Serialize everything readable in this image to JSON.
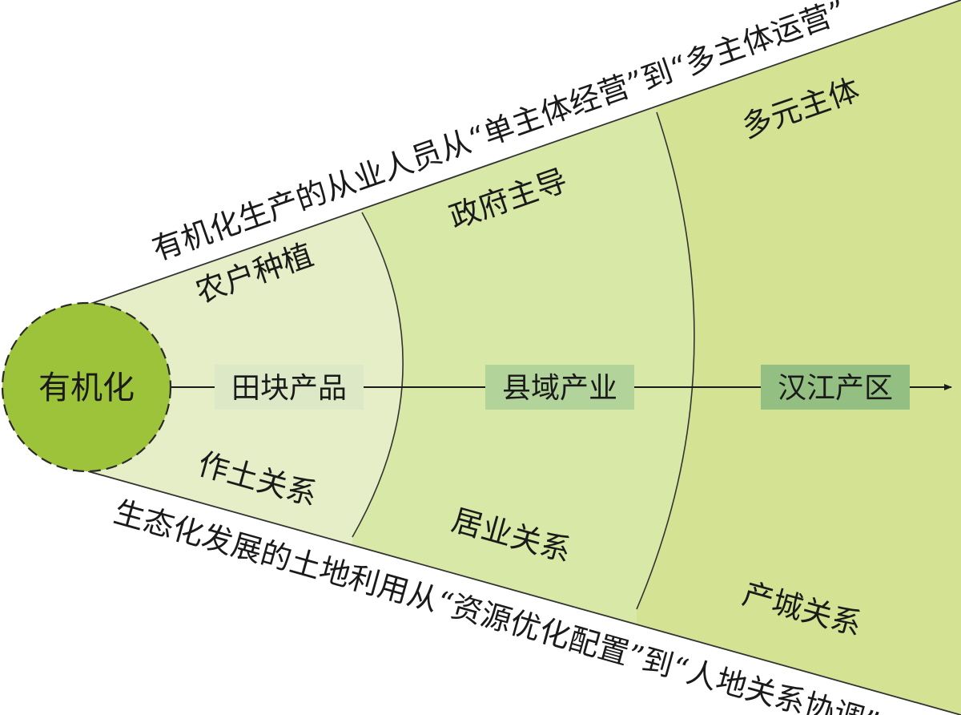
{
  "diagram": {
    "core": {
      "label": "有机化",
      "color": "#9dc33b"
    },
    "axis_stages": [
      {
        "label": "田块产品",
        "color": "#dde9c6"
      },
      {
        "label": "县域产业",
        "color": "#b2d39a"
      },
      {
        "label": "汉江产区",
        "color": "#93c082"
      }
    ],
    "zone_colors": [
      "#e5eec6",
      "#d8e8a6",
      "#d3e393"
    ],
    "upper_edge_label": "有机化生产的从业人员从“单主体经营”到“多主体运营”",
    "lower_edge_label": "生态化发展的土地利用从“资源优化配置”到“人地关系协调”",
    "upper_zone_labels": [
      "农户种植",
      "政府主导",
      "多元主体"
    ],
    "lower_zone_labels": [
      "作土关系",
      "居业关系",
      "产城关系"
    ]
  }
}
